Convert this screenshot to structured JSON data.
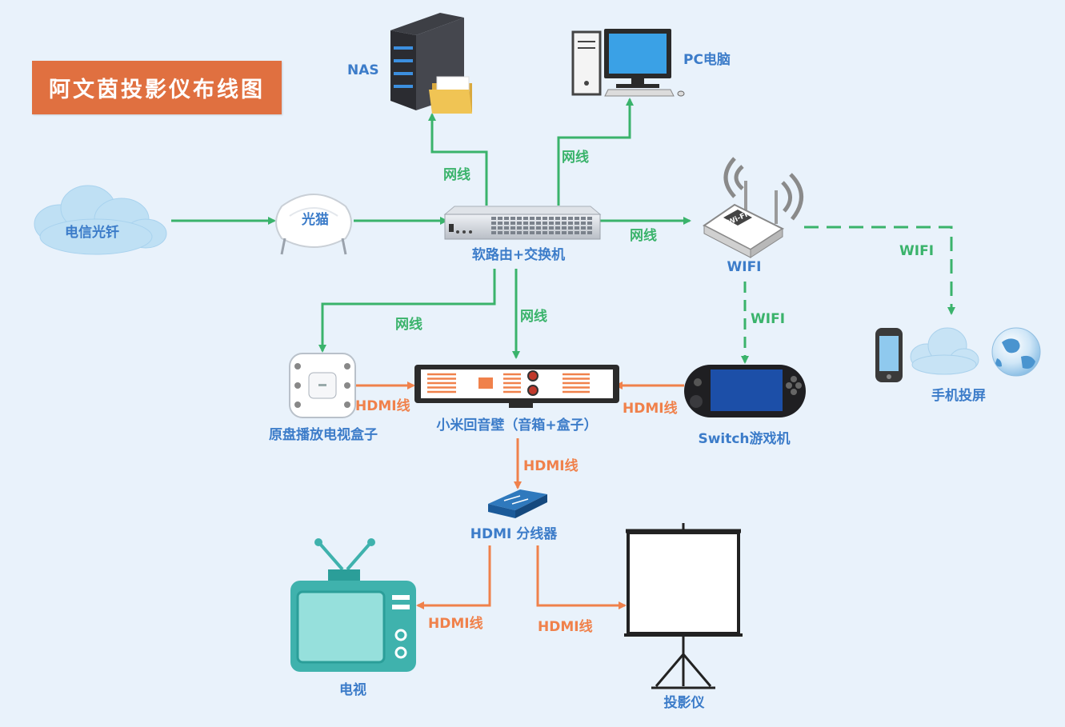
{
  "title": "阿文茵投影仪布线图",
  "colors": {
    "background": "#e9f2fb",
    "title_bg": "#e07040",
    "node_label": "#3c7cc9",
    "ethernet": "#3ab36b",
    "hdmi": "#f0814b"
  },
  "nodes": {
    "fiber": "电信光钎",
    "modem": "光猫",
    "router": "软路由+交换机",
    "nas": "NAS",
    "pc": "PC电脑",
    "wifi": "WIFI",
    "phone": "手机投屏",
    "tvbox": "原盘播放电视盒子",
    "soundbar": "小米回音壁（音箱+盒子）",
    "switch_console": "Switch游戏机",
    "splitter": "HDMI 分线器",
    "tv": "电视",
    "projector": "投影仪"
  },
  "edges": {
    "eth_nas": "网线",
    "eth_pc": "网线",
    "eth_wifi": "网线",
    "eth_tvbox": "网线",
    "eth_soundbar": "网线",
    "wifi_phone": "WIFI",
    "wifi_switch": "WIFI",
    "hdmi_tvbox": "HDMI线",
    "hdmi_switch": "HDMI线",
    "hdmi_splitter": "HDMI线",
    "hdmi_tv": "HDMI线",
    "hdmi_projector": "HDMI线"
  },
  "icons": [
    "cloud-icon",
    "modem-icon",
    "router-switch-icon",
    "nas-server-icon",
    "pc-icon",
    "wifi-router-icon",
    "phone-icon",
    "globe-icon",
    "tv-box-icon",
    "soundbar-icon",
    "game-console-icon",
    "hdmi-splitter-icon",
    "tv-icon",
    "projector-screen-icon"
  ]
}
